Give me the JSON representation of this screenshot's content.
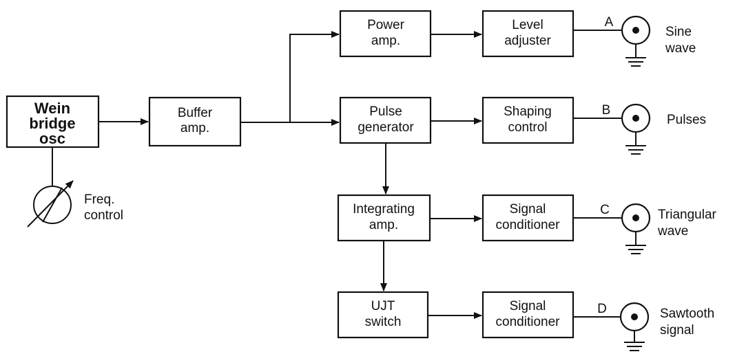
{
  "blocks": {
    "wein_bridge": [
      "Wein",
      "bridge",
      "osc"
    ],
    "buffer_amp": [
      "Buffer",
      "amp."
    ],
    "power_amp": [
      "Power",
      "amp."
    ],
    "level_adjuster": [
      "Level",
      "adjuster"
    ],
    "pulse_generator": [
      "Pulse",
      "generator"
    ],
    "shaping_control": [
      "Shaping",
      "control"
    ],
    "integrating_amp": [
      "Integrating",
      "amp."
    ],
    "signal_conditioner_c": [
      "Signal",
      "conditioner"
    ],
    "ujt_switch": [
      "UJT",
      "switch"
    ],
    "signal_conditioner_d": [
      "Signal",
      "conditioner"
    ]
  },
  "freq_control": [
    "Freq.",
    "control"
  ],
  "outputs": [
    {
      "tag": "A",
      "label": [
        "Sine",
        "wave"
      ]
    },
    {
      "tag": "B",
      "label": [
        "Pulses"
      ]
    },
    {
      "tag": "C",
      "label": [
        "Triangular",
        "wave"
      ]
    },
    {
      "tag": "D",
      "label": [
        "Sawtooth",
        "signal"
      ]
    }
  ],
  "icons": {
    "variable_resistor": "variable-resistor-icon",
    "bnc_connector": "bnc-connector-icon",
    "ground": "ground-icon"
  }
}
